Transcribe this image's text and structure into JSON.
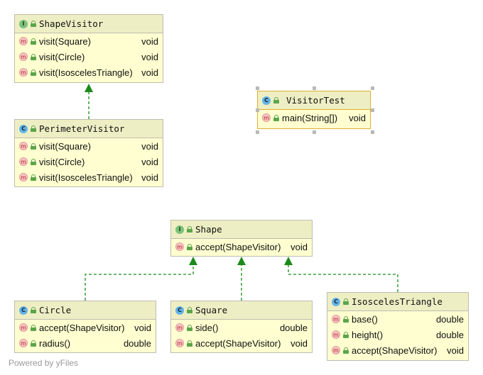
{
  "nodes": {
    "shape_visitor": {
      "title": "ShapeVisitor",
      "badge": "I",
      "rows": [
        {
          "name": "visit(Square)",
          "ret": "void"
        },
        {
          "name": "visit(Circle)",
          "ret": "void"
        },
        {
          "name": "visit(IsoscelesTriangle)",
          "ret": "void"
        }
      ]
    },
    "perimeter_visitor": {
      "title": "PerimeterVisitor",
      "badge": "C",
      "rows": [
        {
          "name": "visit(Square)",
          "ret": "void"
        },
        {
          "name": "visit(Circle)",
          "ret": "void"
        },
        {
          "name": "visit(IsoscelesTriangle)",
          "ret": "void"
        }
      ]
    },
    "visitor_test": {
      "title": "VisitorTest",
      "badge": "C",
      "rows": [
        {
          "name": "main(String[])",
          "ret": "void"
        }
      ]
    },
    "shape": {
      "title": "Shape",
      "badge": "I",
      "rows": [
        {
          "name": "accept(ShapeVisitor)",
          "ret": "void"
        }
      ]
    },
    "circle": {
      "title": "Circle",
      "badge": "C",
      "rows": [
        {
          "name": "accept(ShapeVisitor)",
          "ret": "void"
        },
        {
          "name": "radius()",
          "ret": "double"
        }
      ]
    },
    "square": {
      "title": "Square",
      "badge": "C",
      "rows": [
        {
          "name": "side()",
          "ret": "double"
        },
        {
          "name": "accept(ShapeVisitor)",
          "ret": "void"
        }
      ]
    },
    "isosceles_triangle": {
      "title": "IsoscelesTriangle",
      "badge": "C",
      "rows": [
        {
          "name": "base()",
          "ret": "double"
        },
        {
          "name": "height()",
          "ret": "double"
        },
        {
          "name": "accept(ShapeVisitor)",
          "ret": "void"
        }
      ]
    }
  },
  "method_badge": "m",
  "footer": "Powered by yFiles",
  "colors": {
    "node_fill": "#fefed0",
    "header_fill": "#eeeec4",
    "edge": "#1a8a1a",
    "interface_badge": "#7cc27a",
    "class_badge": "#64b4e6",
    "method_badge": "#f6c4c4"
  }
}
